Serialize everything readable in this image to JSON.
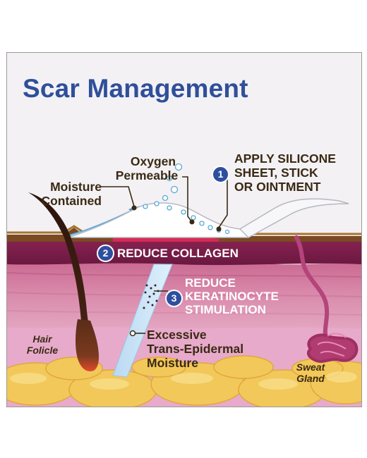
{
  "title": "Scar Management",
  "steps": [
    {
      "number": "1",
      "lines": [
        "APPLY SILICONE",
        "SHEET, STICK",
        "OR OINTMENT"
      ]
    },
    {
      "number": "2",
      "lines": [
        "REDUCE COLLAGEN"
      ]
    },
    {
      "number": "3",
      "lines": [
        "REDUCE",
        "KERATINOCYTE",
        "STIMULATION"
      ]
    }
  ],
  "labels": {
    "oxygen": [
      "Oxygen",
      "Permeable"
    ],
    "moisture_contained": [
      "Moisture",
      "Contained"
    ],
    "moisture_loss": [
      "Excessive",
      "Trans-Epidermal",
      "Moisture"
    ],
    "hair_follicle": [
      "Hair",
      "Folicle"
    ],
    "sweat_gland": [
      "Sweat",
      "Gland"
    ]
  },
  "colors": {
    "title": "#2f4f9a",
    "badge": "#2e4f9e",
    "scar": "#d82a55",
    "dermis": "#7a1d4a",
    "fat": "#f2c85a"
  }
}
